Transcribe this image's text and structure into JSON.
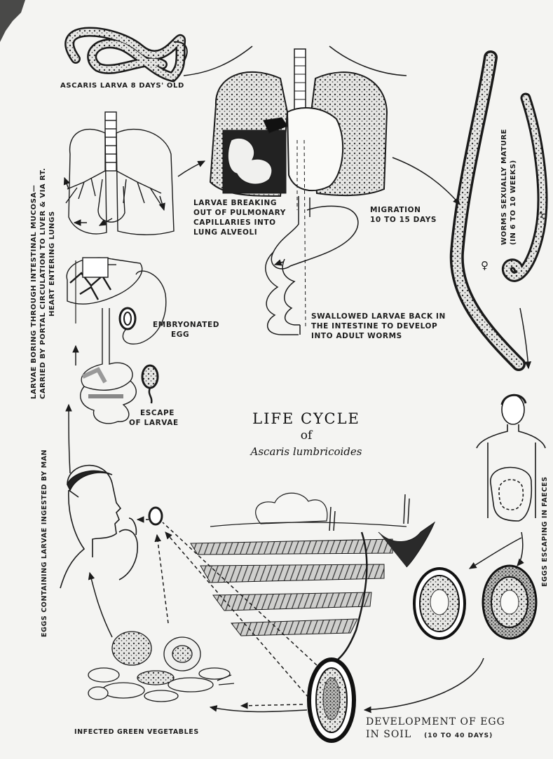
{
  "title": {
    "line1": "LIFE CYCLE",
    "line2": "of",
    "line3": "Ascaris lumbricoides"
  },
  "labels": {
    "larva_8_days": "ASCARIS LARVA 8 DAYS' OLD",
    "larvae_breaking": [
      "LARVAE BREAKING",
      "OUT OF PULMONARY",
      "CAPILLARIES INTO",
      "LUNG ALVEOLI"
    ],
    "migration": [
      "MIGRATION",
      "10 TO 15 DAYS"
    ],
    "swallowed": [
      "SWALLOWED LARVAE BACK IN",
      "THE INTESTINE TO DEVELOP",
      "INTO ADULT WORMS"
    ],
    "embryonated_egg": [
      "EMBRYONATED",
      "EGG"
    ],
    "escape_larvae": [
      "ESCAPE",
      "OF LARVAE"
    ],
    "boring": [
      "LARVAE BORING THROUGH INTESTINAL MUCOSA—",
      "CARRIED BY PORTAL CIRCULATION TO LIVER & VIA RT.",
      "HEART ENTERING LUNGS"
    ],
    "worms_mature": [
      "WORMS SEXUALLY MATURE",
      "(IN 6 TO 10 WEEKS)"
    ],
    "eggs_ingested": "EGGS CONTAINING LARVAE INGESTED BY MAN",
    "eggs_faeces": "EGGS ESCAPING IN FAECES",
    "green_vegetables": "INFECTED GREEN VEGETABLES",
    "development_line1": "DEVELOPMENT OF EGG",
    "development_line2": "IN SOIL",
    "development_days": "(10 TO 40 DAYS)",
    "female_symbol": "♀",
    "male_symbol": "♂"
  }
}
